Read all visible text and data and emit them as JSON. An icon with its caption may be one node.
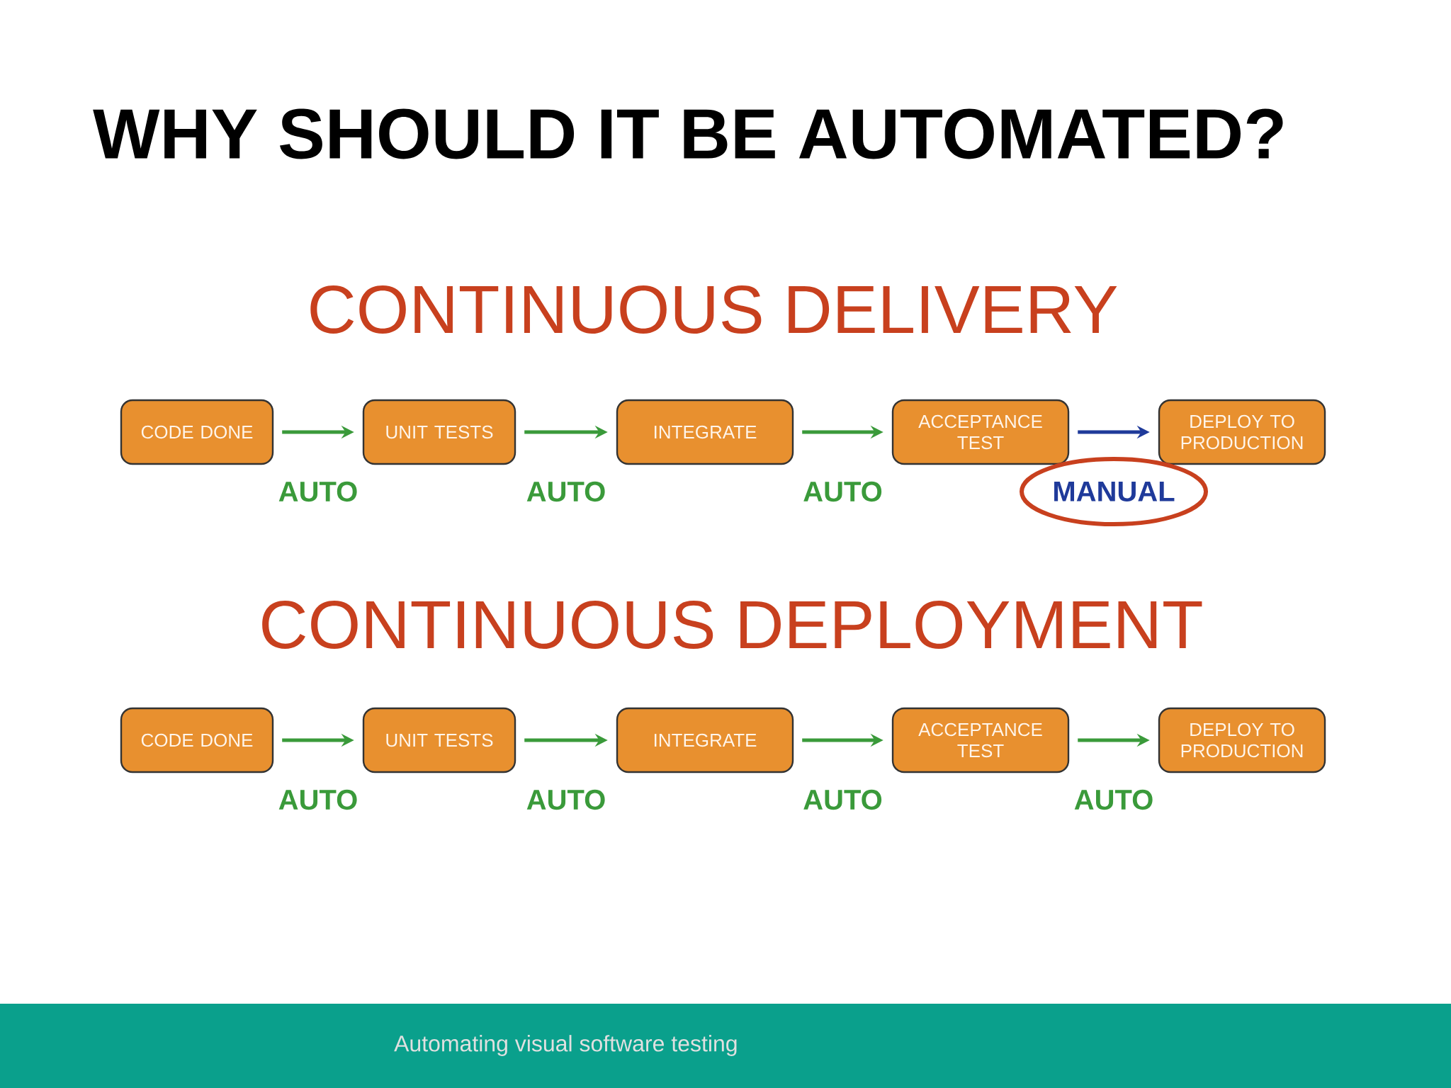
{
  "diagram": {
    "title": "WHY SHOULD IT BE AUTOMATED?",
    "nodes": [
      {
        "text": [
          "CODE DONE"
        ]
      },
      {
        "text": [
          "UNIT TESTS"
        ]
      },
      {
        "text": [
          "INTEGRATE"
        ]
      },
      {
        "text": [
          "ACCEPTANCE TEST"
        ]
      },
      {
        "text": [
          "DEPLOY TO PRODUCTION"
        ]
      },
      {
        "text": [
          "CODE DONE"
        ]
      },
      {
        "text": [
          "UNIT TESTS"
        ]
      },
      {
        "text": [
          "INTEGRATE"
        ]
      },
      {
        "text": [
          "ACCEPTANCE TEST"
        ]
      },
      {
        "text": [
          "DEPLOY TO PRODUCTION"
        ]
      }
    ],
    "edges": [
      {
        "from": 0,
        "to": 1,
        "arrow": "to",
        "label": "AUTO"
      },
      {
        "from": 1,
        "to": 2,
        "arrow": "to",
        "label": "AUTO"
      },
      {
        "from": 2,
        "to": 3,
        "arrow": "to",
        "label": "AUTO"
      },
      {
        "from": 3,
        "to": 4,
        "arrow": "to",
        "label": "MANUAL",
        "color": "#1f3a9a"
      },
      {
        "from": 5,
        "to": 6,
        "arrow": "to",
        "label": "AUTO"
      },
      {
        "from": 6,
        "to": 7,
        "arrow": "to",
        "label": "AUTO"
      },
      {
        "from": 7,
        "to": 8,
        "arrow": "to",
        "label": "AUTO"
      },
      {
        "from": 8,
        "to": 9,
        "arrow": "to",
        "label": "AUTO"
      }
    ],
    "labels": [
      "CONTINUOUS DELIVERY",
      "CONTINUOUS DEPLOYMENT",
      "Automating visual software testing"
    ]
  }
}
